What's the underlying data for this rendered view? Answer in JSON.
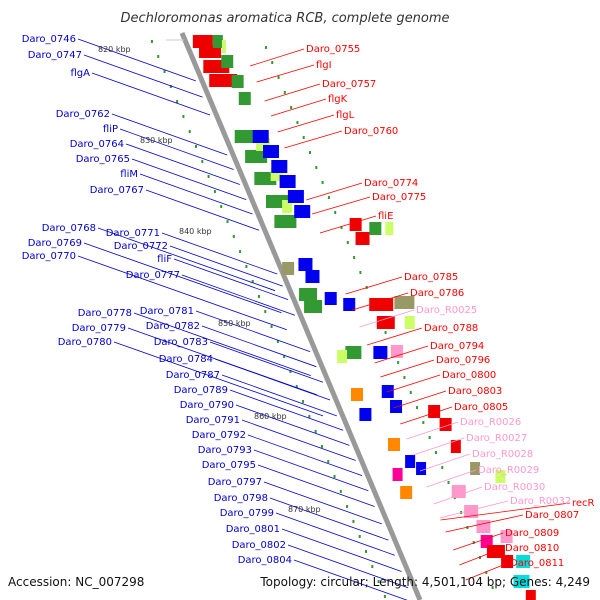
{
  "title": "Dechloromonas aromatica RCB, complete genome",
  "footer": {
    "accession": "Accession: NC_007298",
    "summary": "Topology: circular; Length: 4,501,104 bp; Genes: 4,249"
  },
  "ticks": [
    "820 kbp",
    "830 kbp",
    "840 kbp",
    "850 kbp",
    "860 kbp",
    "870 kbp"
  ],
  "colors": {
    "backbone": "#999999",
    "minus_label": "#0000cc",
    "plus_label": "#ff0000",
    "rna_label": "#ff99cc",
    "blue_feature": "#0000ee",
    "red_feature": "#ee0000",
    "green_feature": "#339933",
    "lime_feature": "#ccff66",
    "pink_feature": "#ff99cc",
    "magenta_feature": "#ff0099",
    "orange_feature": "#ff8800",
    "cyan_feature": "#00dddd",
    "olive_feature": "#999966",
    "tick_dots": "#339933"
  },
  "left_labels": [
    "Daro_0746",
    "Daro_0747",
    "flgA",
    "Daro_0762",
    "fliP",
    "Daro_0764",
    "Daro_0765",
    "fliM",
    "Daro_0767",
    "Daro_0768",
    "Daro_0769",
    "Daro_0770",
    "Daro_0771",
    "Daro_0772",
    "fliF",
    "Daro_0777",
    "Daro_0778",
    "Daro_0779",
    "Daro_0780",
    "Daro_0781",
    "Daro_0782",
    "Daro_0783",
    "Daro_0784",
    "Daro_0787",
    "Daro_0789",
    "Daro_0790",
    "Daro_0791",
    "Daro_0792",
    "Daro_0793",
    "Daro_0795",
    "Daro_0797",
    "Daro_0798",
    "Daro_0799",
    "Daro_0801",
    "Daro_0802",
    "Daro_0804"
  ],
  "right_labels": [
    "Daro_0755",
    "flgI",
    "Daro_0757",
    "flgK",
    "flgL",
    "Daro_0760",
    "Daro_0774",
    "Daro_0775",
    "fliE",
    "Daro_0785",
    "Daro_0786",
    "Daro_R0025",
    "Daro_0788",
    "Daro_0794",
    "Daro_0796",
    "Daro_0800",
    "Daro_0803",
    "Daro_0805",
    "Daro_R0026",
    "Daro_R0027",
    "Daro_R0028",
    "Daro_R0029",
    "Daro_R0030",
    "Daro_R0032",
    "recR",
    "Daro_0807",
    "Daro_0809",
    "Daro_0810",
    "Daro_0811"
  ]
}
